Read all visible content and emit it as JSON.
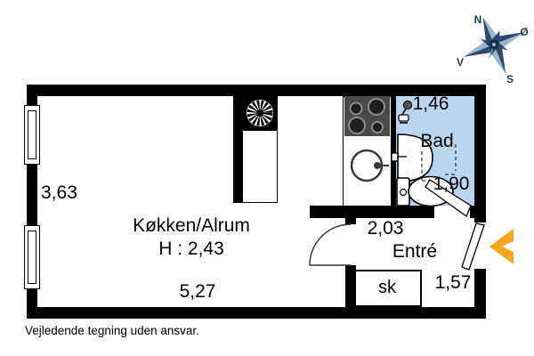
{
  "footer": {
    "disclaimer": "Vejledende tegning uden ansvar."
  },
  "compass": {
    "north": "N",
    "east": "Ø",
    "south": "S",
    "west": "V"
  },
  "rooms": {
    "kitchen": {
      "name": "Køkken/Alrum",
      "ceiling_height": "H : 2,43",
      "width_dim": "5,27",
      "depth_dim": "3,63"
    },
    "bath": {
      "name": "Bad",
      "width_dim": "1,46",
      "depth_dim": "1,90"
    },
    "entry": {
      "name": "Entré",
      "width_dim": "2,03",
      "depth_dim": "1,57"
    },
    "closet": {
      "name": "sk"
    }
  },
  "colors": {
    "wall": "#000000",
    "bath_fill": "#b9d5f0",
    "entrance_arrow": "#f4a71e",
    "compass": "#2a4a6b",
    "stove": "#4a4a4a"
  }
}
